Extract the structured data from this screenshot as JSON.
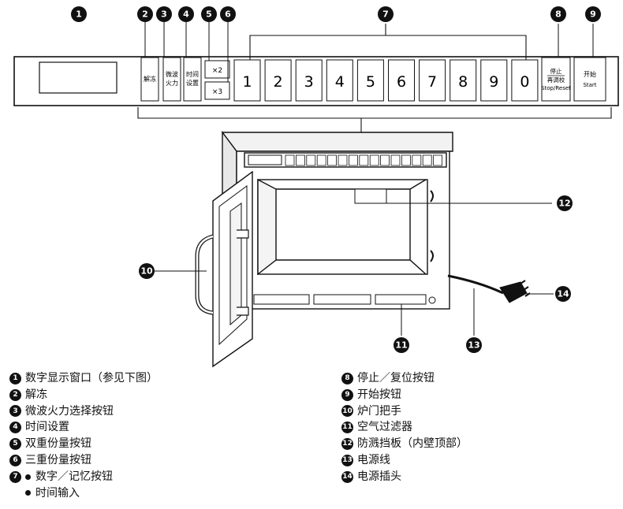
{
  "panel": {
    "buttons": [
      {
        "id": "defrost",
        "label": "解冻"
      },
      {
        "id": "power",
        "label": "微波火力"
      },
      {
        "id": "time",
        "label": "时间设置"
      },
      {
        "id": "x2",
        "label": "×2"
      },
      {
        "id": "x3",
        "label": "×3"
      }
    ],
    "digits": [
      "1",
      "2",
      "3",
      "4",
      "5",
      "6",
      "7",
      "8",
      "9",
      "0"
    ],
    "stop": {
      "line1": "停止",
      "line2": "再调校",
      "line3": "Stop/Reset"
    },
    "start": {
      "line1": "开始",
      "line2": "Start"
    }
  },
  "callouts": [
    "1",
    "2",
    "3",
    "4",
    "5",
    "6",
    "7",
    "8",
    "9",
    "10",
    "11",
    "12",
    "13",
    "14"
  ],
  "legend": {
    "left": [
      {
        "num": "1",
        "text": "数字显示窗口（参见下图）"
      },
      {
        "num": "2",
        "text": "解冻"
      },
      {
        "num": "3",
        "text": "微波火力选择按钮"
      },
      {
        "num": "4",
        "text": "时间设置"
      },
      {
        "num": "5",
        "text": "双重份量按钮"
      },
      {
        "num": "6",
        "text": "三重份量按钮"
      },
      {
        "num": "7",
        "text": "数字／记忆按钮",
        "sub": "时间输入"
      }
    ],
    "right": [
      {
        "num": "8",
        "text": "停止／复位按钮"
      },
      {
        "num": "9",
        "text": "开始按钮"
      },
      {
        "num": "10",
        "text": "炉门把手"
      },
      {
        "num": "11",
        "text": "空气过滤器"
      },
      {
        "num": "12",
        "text": "防溅挡板（内壁顶部）"
      },
      {
        "num": "13",
        "text": "电源线"
      },
      {
        "num": "14",
        "text": "电源插头"
      }
    ]
  }
}
